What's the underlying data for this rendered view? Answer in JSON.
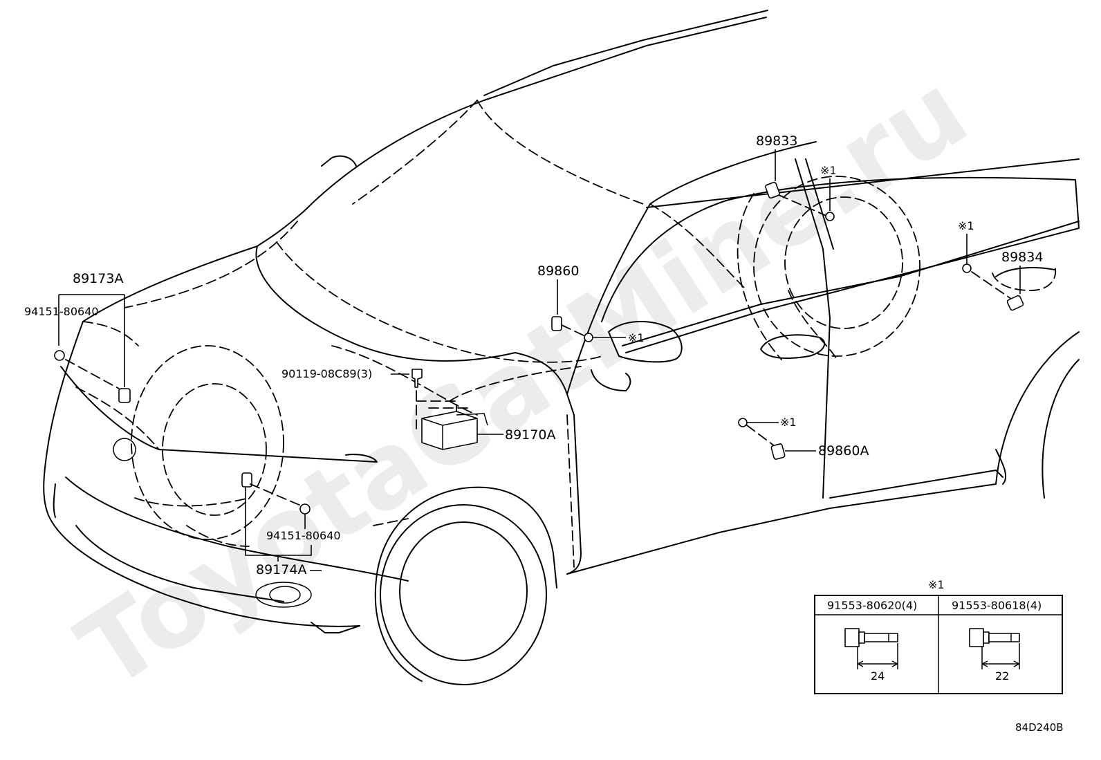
{
  "watermark": "ToyotaCatMine.ru",
  "diagram_code": "84D240B",
  "note_mark": "※1",
  "parts": {
    "p89173A": "89173A",
    "p94151_top": "94151-80640",
    "p90119": "90119-08C89(3)",
    "p89170A": "89170A",
    "p89860": "89860",
    "p89833": "89833",
    "p89834": "89834",
    "p89860A": "89860A",
    "p94151_bottom": "94151-80640",
    "p89174A": "89174A"
  },
  "note_table": {
    "title": "※1",
    "col1_header": "91553-80620(4)",
    "col2_header": "91553-80618(4)",
    "col1_dim": "24",
    "col2_dim": "22"
  }
}
